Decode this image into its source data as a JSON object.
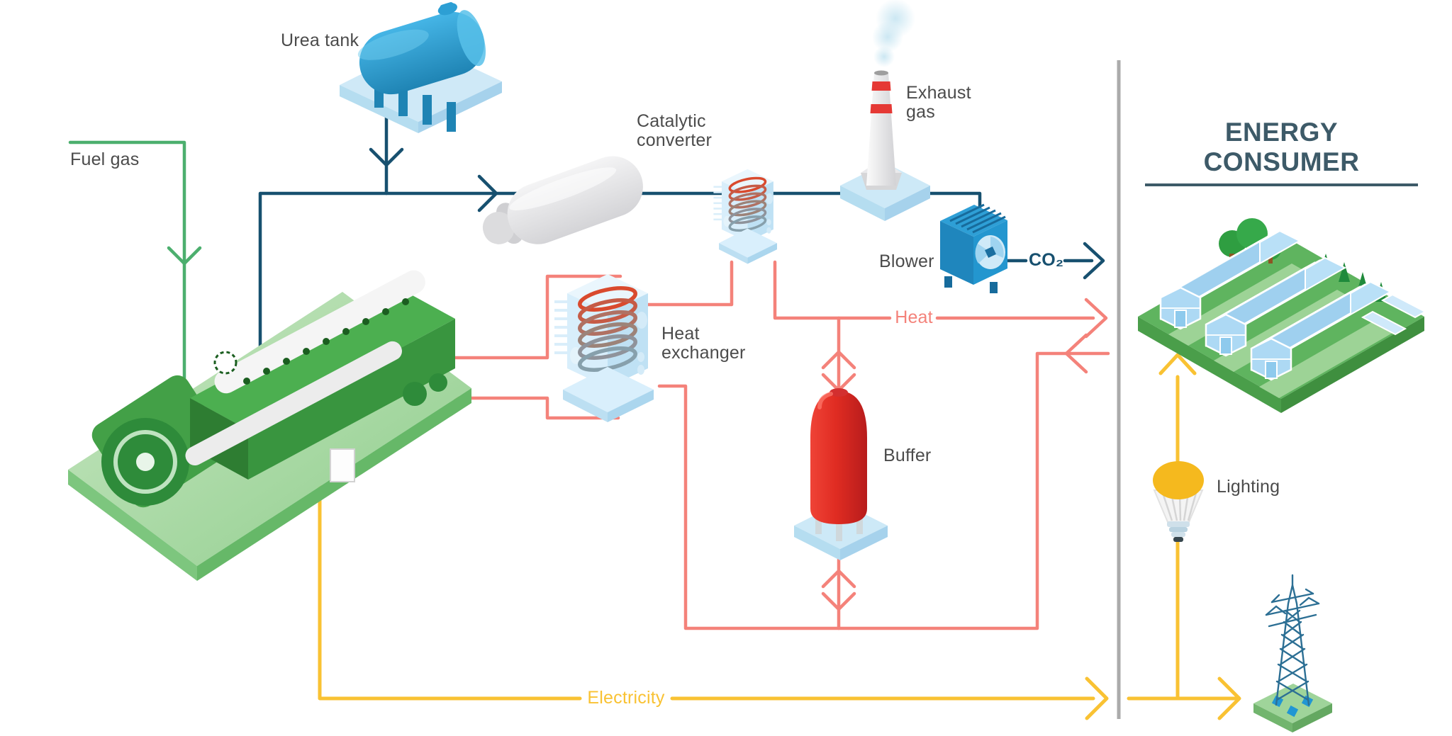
{
  "title": "ENERGY CONSUMER",
  "labels": {
    "fuel_gas": "Fuel gas",
    "urea_tank": "Urea tank",
    "catalytic_converter": "Catalytic\nconverter",
    "exhaust_gas": "Exhaust\ngas",
    "blower": "Blower",
    "co2": "CO₂",
    "heat": "Heat",
    "heat_exchanger": "Heat\nexchanger",
    "buffer": "Buffer",
    "electricity": "Electricity",
    "lighting": "Lighting"
  },
  "colors": {
    "fuel_gas_line": "#4caf6e",
    "exhaust_line": "#17506f",
    "heat_line": "#f4827a",
    "electricity_line": "#f9c233",
    "divider": "#ababab",
    "title_text": "#3d5a68",
    "label_text": "#4b4b4b"
  }
}
